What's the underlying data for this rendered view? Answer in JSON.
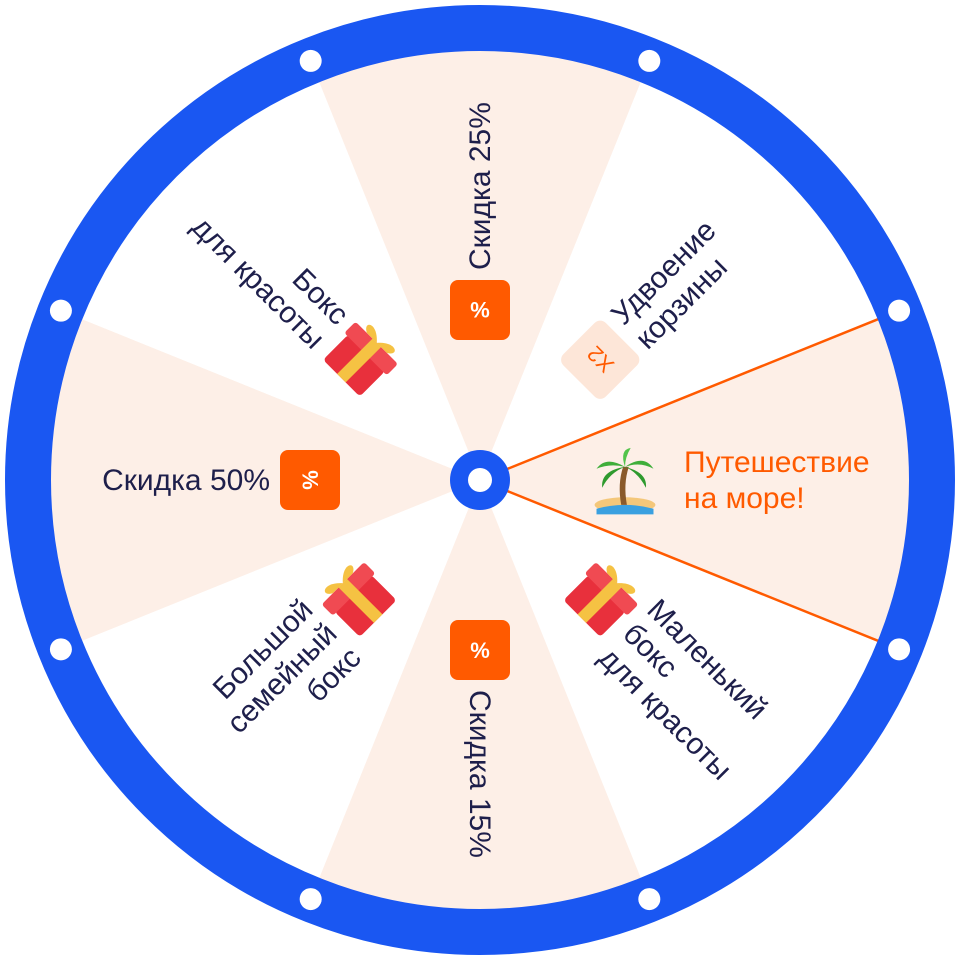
{
  "wheel": {
    "colors": {
      "rim": "#1a57f2",
      "shaded": "#fdefe7",
      "plain": "#ffffff",
      "text": "#1e1f4b",
      "accent": "#ff5a00",
      "badge": "#ff5a00",
      "badge_light": "#fde6d8",
      "divider": "#f7d9c8"
    },
    "segments": [
      {
        "id": "travel",
        "lines": [
          "Путешествие",
          "на море!"
        ],
        "icon": "palm-beach-icon",
        "highlight": true,
        "shaded": true
      },
      {
        "id": "small-beauty-box",
        "lines": [
          "Маленький",
          "бокс",
          "для красоты"
        ],
        "icon": "gift-icon",
        "shaded": false
      },
      {
        "id": "discount-15",
        "lines": [
          "Скидка 15%"
        ],
        "icon": "percent-badge-icon",
        "badge_label": "%",
        "shaded": true
      },
      {
        "id": "family-box",
        "lines": [
          "Большой",
          "семейный",
          "бокс"
        ],
        "icon": "gift-icon",
        "shaded": false
      },
      {
        "id": "discount-50",
        "lines": [
          "Скидка 50%"
        ],
        "icon": "percent-badge-icon",
        "badge_label": "%",
        "shaded": true
      },
      {
        "id": "beauty-box",
        "lines": [
          "Бокс",
          "для красоты"
        ],
        "icon": "gift-icon",
        "shaded": false
      },
      {
        "id": "discount-25",
        "lines": [
          "Скидка 25%"
        ],
        "icon": "percent-badge-icon",
        "badge_label": "%",
        "shaded": true
      },
      {
        "id": "double-cart",
        "lines": [
          "Удвоение",
          "корзины"
        ],
        "icon": "x2-badge-icon",
        "badge_label": "X2",
        "shaded": false
      }
    ]
  }
}
